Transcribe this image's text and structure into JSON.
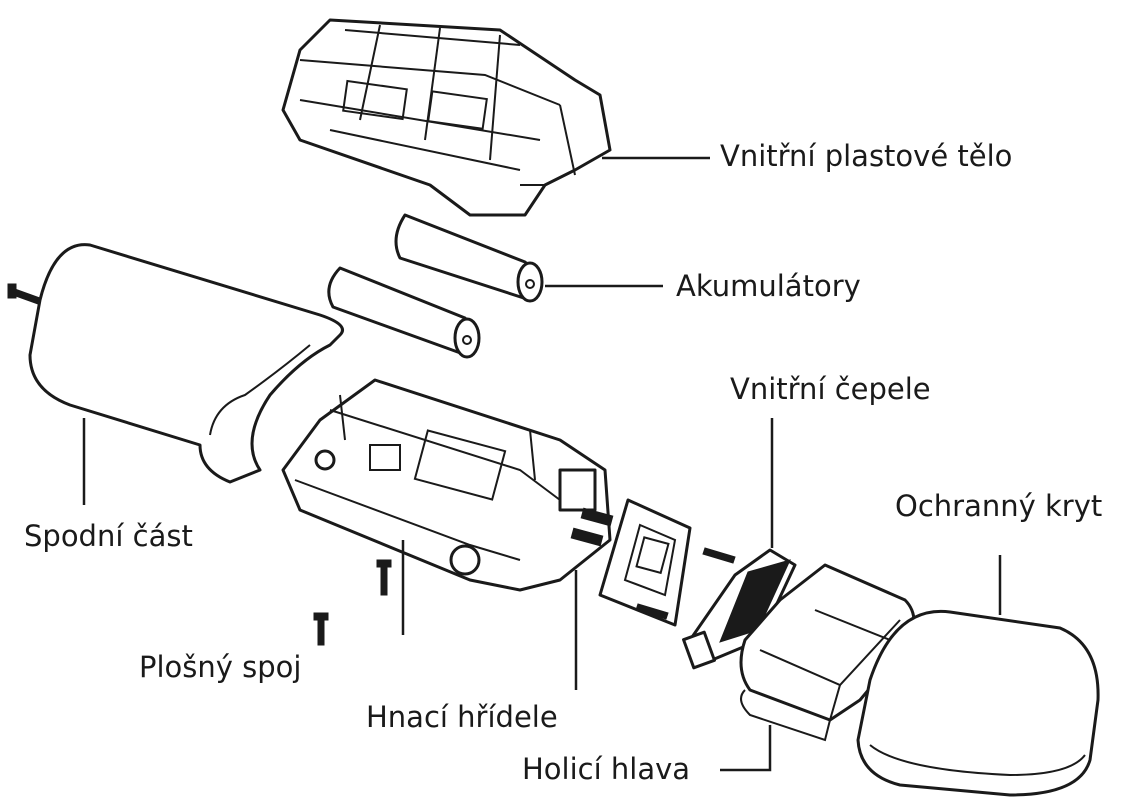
{
  "labels": {
    "inner_body": "Vnitřní plastové tělo",
    "batteries": "Akumulátory",
    "inner_blades": "Vnitřní čepele",
    "protective_cover": "Ochranný kryt",
    "bottom_part": "Spodní část",
    "circuit_board": "Plošný spoj",
    "drive_shafts": "Hnací hřídele",
    "shaving_head": "Holicí hlava"
  },
  "colors": {
    "line": "#1a1a1a",
    "background": "#ffffff"
  }
}
